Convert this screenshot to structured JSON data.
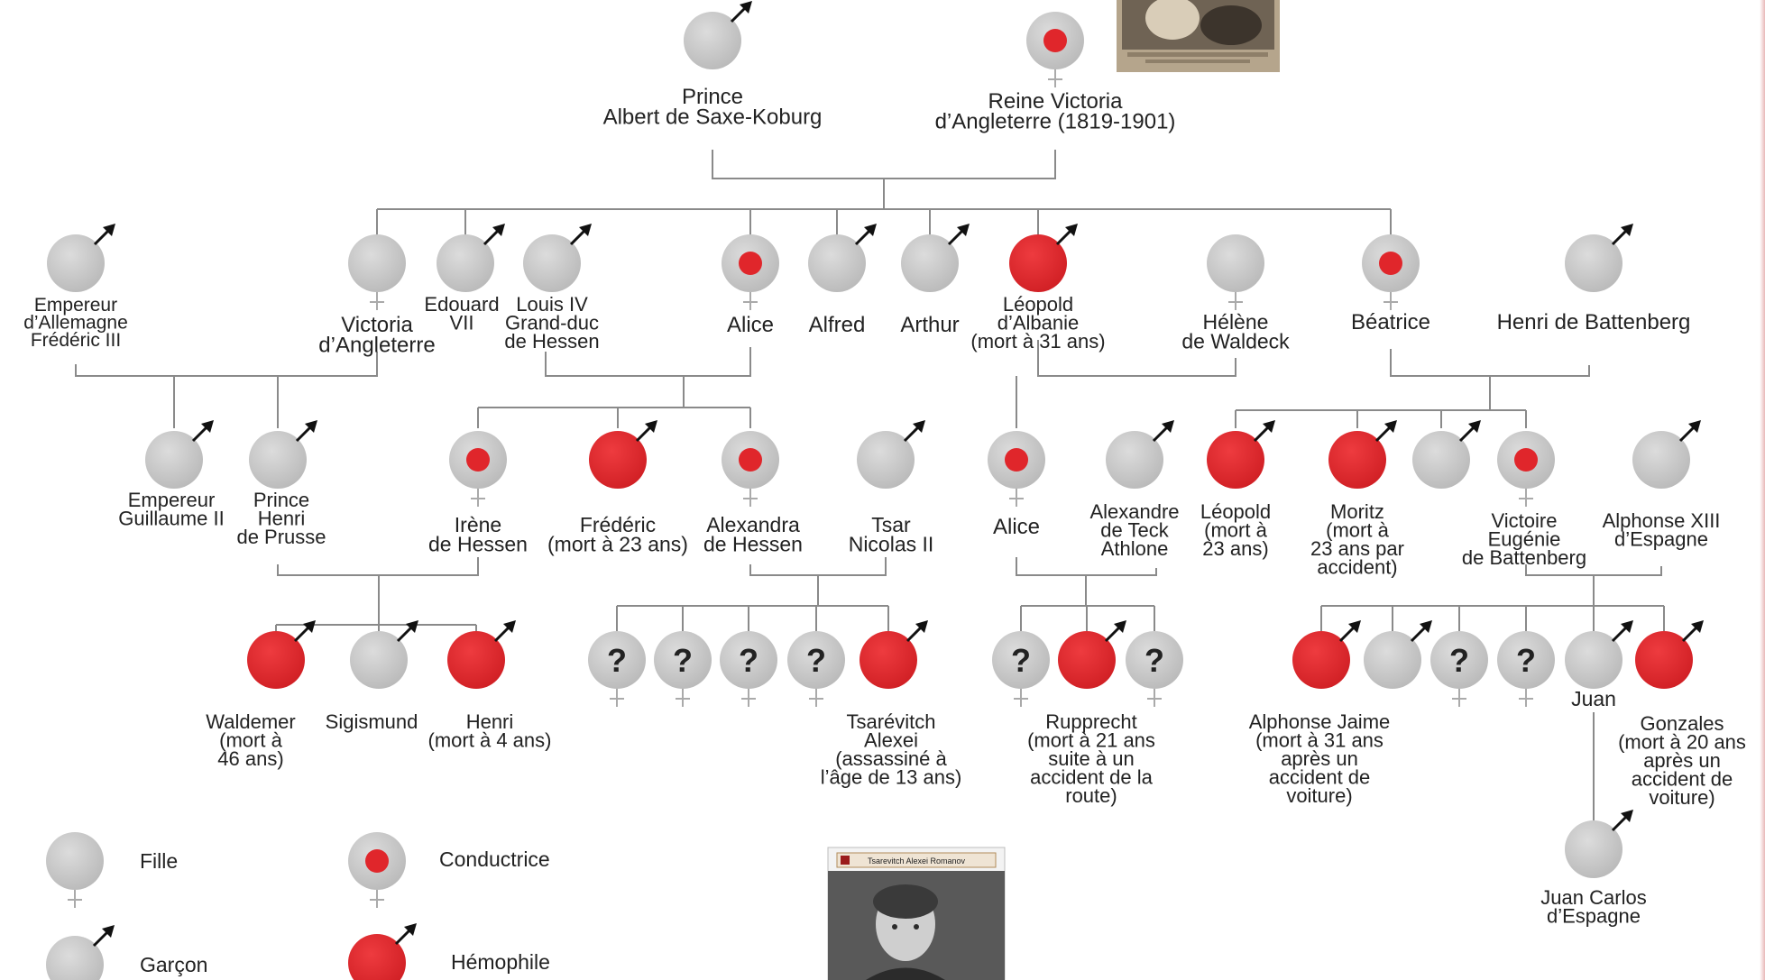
{
  "colors": {
    "grey": "#c8c8c8",
    "red": "#e0262b",
    "line": "#8a8a8a",
    "text": "#222222"
  },
  "people": {
    "albert": {
      "name": "Prince\nAlbert de Saxe-Koburg",
      "kind": "male"
    },
    "victoria": {
      "name": "Reine Victoria\nd’Angleterre (1819-1901)",
      "kind": "carrier"
    },
    "frederic3": {
      "name": "Empereur\nd’Allemagne\nFrédéric III",
      "kind": "male"
    },
    "vicky": {
      "name": "Victoria\nd’Angleterre",
      "kind": "female"
    },
    "edouard": {
      "name": "Edouard\nVII",
      "kind": "male"
    },
    "louis": {
      "name": "Louis IV\nGrand-duc\nde Hessen",
      "kind": "male"
    },
    "alice1": {
      "name": "Alice",
      "kind": "carrier"
    },
    "alfred": {
      "name": "Alfred",
      "kind": "male"
    },
    "arthur": {
      "name": "Arthur",
      "kind": "male"
    },
    "leopold1": {
      "name": "Léopold\nd’Albanie\n(mort à 31 ans)",
      "kind": "hemophile"
    },
    "helene": {
      "name": "Hélène\nde Waldeck",
      "kind": "female"
    },
    "beatrice": {
      "name": "Béatrice",
      "kind": "carrier"
    },
    "henribat": {
      "name": "Henri de Battenberg",
      "kind": "male"
    },
    "guillaume": {
      "name": "Empereur\nGuillaume II",
      "kind": "male"
    },
    "henriprusse": {
      "name": "Prince\nHenri\nde Prusse",
      "kind": "male"
    },
    "irene": {
      "name": "Irène\nde Hessen",
      "kind": "carrier"
    },
    "frederic": {
      "name": "Frédéric\n(mort à 23 ans)",
      "kind": "hemophile"
    },
    "alexandra": {
      "name": "Alexandra\nde Hessen",
      "kind": "carrier"
    },
    "nicolas": {
      "name": "Tsar\nNicolas II",
      "kind": "male"
    },
    "alice2": {
      "name": "Alice",
      "kind": "carrier"
    },
    "alexandre": {
      "name": "Alexandre\nde Teck\nAthlone",
      "kind": "male"
    },
    "leopold2": {
      "name": "Léopold\n(mort à\n23 ans)",
      "kind": "hemophile"
    },
    "moritz": {
      "name": "Moritz\n(mort à\n23 ans par\naccident)",
      "kind": "hemophile"
    },
    "batson": {
      "name": "",
      "kind": "male"
    },
    "victoire": {
      "name": "Victoire\nEugénie\nde Battenberg",
      "kind": "carrier"
    },
    "alphonse13": {
      "name": "Alphonse XIII\nd’Espagne",
      "kind": "male"
    },
    "waldemer": {
      "name": "Waldemer\n(mort à\n46 ans)",
      "kind": "hemophile"
    },
    "sigismund": {
      "name": "Sigismund",
      "kind": "male"
    },
    "henri": {
      "name": "Henri\n(mort à 4 ans)",
      "kind": "hemophile"
    },
    "q1": {
      "name": "",
      "kind": "unknown"
    },
    "q2": {
      "name": "",
      "kind": "unknown"
    },
    "q3": {
      "name": "",
      "kind": "unknown"
    },
    "q4": {
      "name": "",
      "kind": "unknown"
    },
    "alexei": {
      "name": "Tsarévitch\nAlexei\n(assassiné à\nl’âge de 13 ans)",
      "kind": "hemophile"
    },
    "q5": {
      "name": "",
      "kind": "unknown"
    },
    "rupprecht": {
      "name": "Rupprecht\n(mort à 21 ans\nsuite à un\naccident de la\nroute)",
      "kind": "hemophile"
    },
    "q6": {
      "name": "",
      "kind": "unknown"
    },
    "alphonsej": {
      "name": "Alphonse Jaime\n(mort à 31 ans\naprès un\naccident de\nvoiture)",
      "kind": "hemophile"
    },
    "spson": {
      "name": "",
      "kind": "male"
    },
    "q7": {
      "name": "",
      "kind": "unknown"
    },
    "q8": {
      "name": "",
      "kind": "unknown"
    },
    "juan": {
      "name": "Juan",
      "kind": "male"
    },
    "gonzales": {
      "name": "Gonzales\n(mort à 20 ans\naprès un\naccident de\nvoiture)",
      "kind": "hemophile"
    },
    "juancarlos": {
      "name": "Juan Carlos\nd’Espagne",
      "kind": "male"
    }
  },
  "unknown_mark": "?",
  "legend": {
    "fille": "Fille",
    "garcon": "Garçon",
    "conductrice": "Conductrice",
    "hemophile": "Hémophile"
  },
  "photo_caption": "Tsarevitch Alexei Romanov"
}
